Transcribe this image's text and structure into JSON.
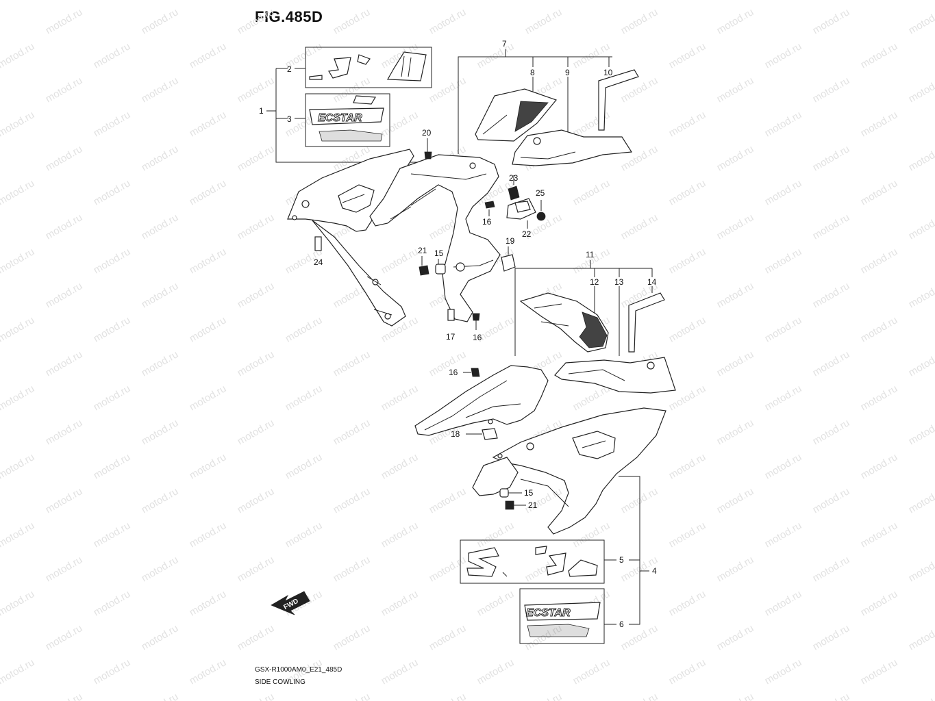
{
  "figure": {
    "title": "FIG.485D",
    "model_code": "GSX-R1000AM0_E21_485D",
    "section_name": "SIDE COWLING",
    "watermark": "motod.ru"
  },
  "fwd_label": "FWD",
  "callouts": {
    "c1": "1",
    "c2": "2",
    "c3": "3",
    "c4": "4",
    "c5": "5",
    "c6": "6",
    "c7": "7",
    "c8": "8",
    "c9": "9",
    "c10": "10",
    "c11": "11",
    "c12": "12",
    "c13": "13",
    "c14": "14",
    "c15a": "15",
    "c15b": "15",
    "c16a": "16",
    "c16b": "16",
    "c16c": "16",
    "c17": "17",
    "c18": "18",
    "c19": "19",
    "c20": "20",
    "c21a": "21",
    "c21b": "21",
    "c22": "22",
    "c23": "23",
    "c24": "24",
    "c25": "25"
  },
  "decals": {
    "upper_emblem": "ECSTAR",
    "lower_emblem": "ECSTAR"
  },
  "colors": {
    "line": "#222222",
    "watermark": "#e2e2e2",
    "background": "#ffffff"
  }
}
